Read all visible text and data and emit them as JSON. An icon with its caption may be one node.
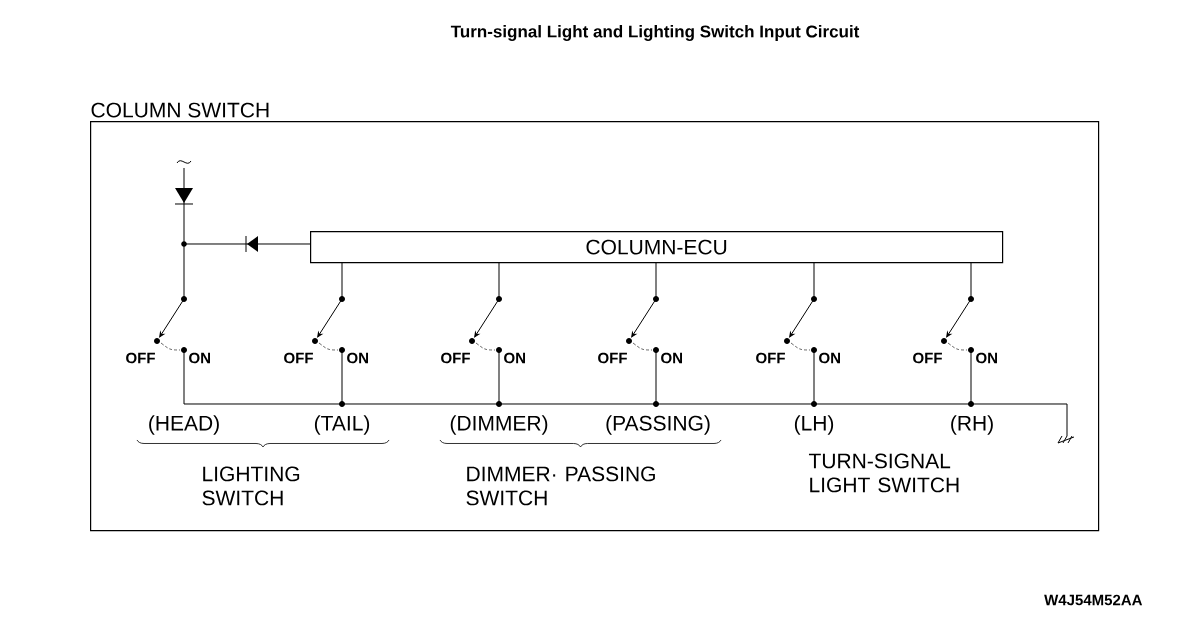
{
  "diagram": {
    "title": "Turn-signal Light and Lighting Switch Input Circuit",
    "nodes": [
      {
        "text": [
          "COLUMN SWITCH"
        ]
      },
      {
        "text": [
          "COLUMN-ECU"
        ],
        "in": 0
      }
    ],
    "labels": [
      "OFF",
      "ON",
      "OFF",
      "ON",
      "OFF",
      "ON",
      "OFF",
      "ON",
      "OFF",
      "ON",
      "OFF",
      "ON",
      "(HEAD)",
      "(TAIL)",
      "(DIMMER)",
      "(PASSING)",
      "(LH)",
      "(RH)",
      "LIGHTING SWITCH",
      "DIMMER· PASSING SWITCH",
      "TURN-SIGNAL LIGHT SWITCH",
      "W4J54M52AA"
    ]
  }
}
